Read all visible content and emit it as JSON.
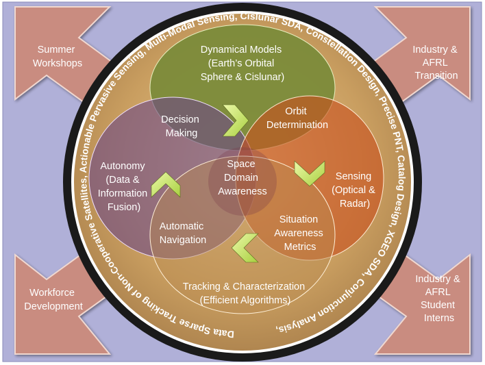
{
  "ring_text": "Data Sparse Tracking of Non-Cooperative Satellites, Actionable Pervasive Sensing, Multi-Modal Sensing, Cislunar SDA, Constellation Design, Precise PNT, Catalog Design, XGEO SDA, Conjunction Analysis,",
  "arrows": {
    "top_left": [
      "Summer",
      "Workshops"
    ],
    "top_right": [
      "Industry &",
      "AFRL",
      "Transition"
    ],
    "bottom_left": [
      "Workforce",
      "Development"
    ],
    "bottom_right": [
      "Industry &",
      "AFRL",
      "Student",
      "Interns"
    ]
  },
  "circles": {
    "dynamical_models": [
      "Dynamical Models",
      "(Earth’s Orbital",
      "Sphere & Cislunar)"
    ],
    "sensing": [
      "Sensing",
      "(Optical &",
      "Radar)"
    ],
    "tracking": [
      "Tracking & Characterization",
      "(Efficient Algorithms)"
    ],
    "autonomy": [
      "Autonomy",
      "(Data &",
      "Information",
      "Fusion)"
    ]
  },
  "overlaps": {
    "decision_making": [
      "Decision",
      "Making"
    ],
    "orbit_determination": [
      "Orbit",
      "Determination"
    ],
    "situation_awareness": [
      "Situation",
      "Awareness",
      "Metrics"
    ],
    "automatic_navigation": [
      "Automatic",
      "Navigation"
    ],
    "center": [
      "Space",
      "Domain",
      "Awareness"
    ]
  },
  "colors": {
    "background": "#b0b0d8",
    "ring": "#1a1a1a",
    "disk": "#c99e60",
    "arrow": "#c98c80",
    "dynamical_models": "#7b8b3a",
    "sensing": "#c8501e",
    "tracking": "#b88a50",
    "autonomy": "#6e4a86",
    "chevron": "#c8e860"
  }
}
